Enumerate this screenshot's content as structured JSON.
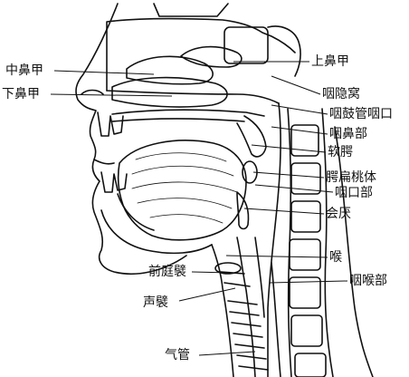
{
  "figure": {
    "labels": {
      "shang_bi_jia": "上鼻甲",
      "zhong_bi_jia": "中鼻甲",
      "xia_bi_jia": "下鼻甲",
      "yan_yin_wo": "咽隐窝",
      "yan_gu_guan_yan_kou": "咽鼓管咽口",
      "yan_bi_bu": "咽鼻部",
      "ruan_e": "软腭",
      "e_bian_tao_ti": "腭扁桃体",
      "yan_kou_bu": "咽口部",
      "hui_yan": "会厌",
      "hou": "喉",
      "qian_ting_zhou": "前庭襞",
      "yan_hou_bu": "咽喉部",
      "sheng_zhou": "声襞",
      "qi_guan": "气管"
    }
  }
}
